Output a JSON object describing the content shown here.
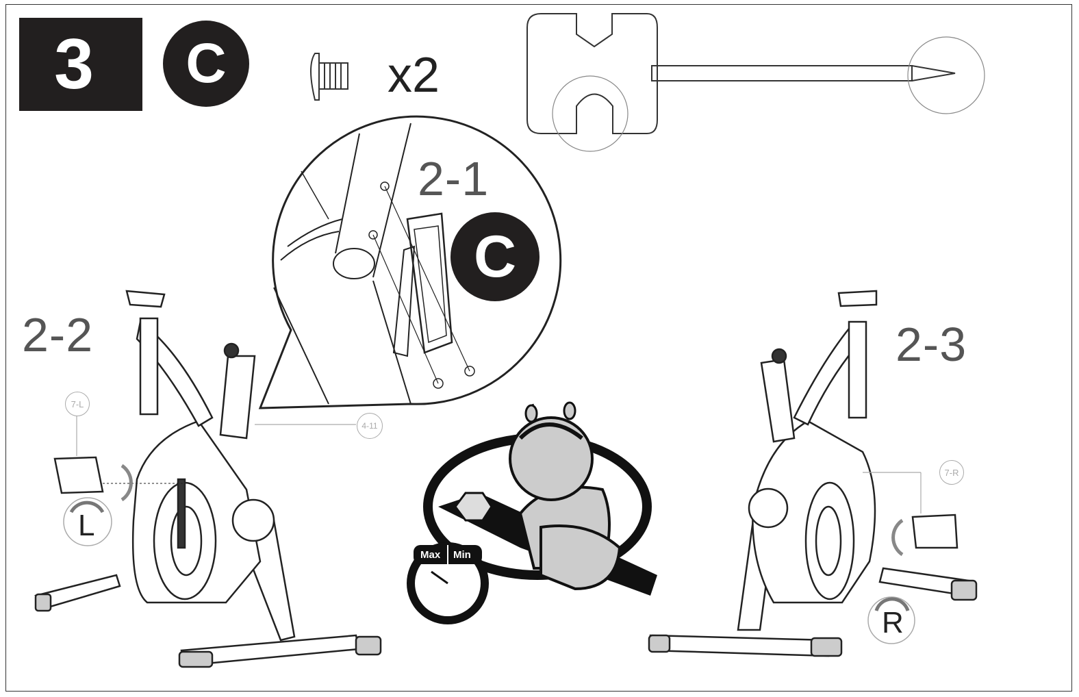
{
  "step": {
    "number": "3",
    "part_letter": "C"
  },
  "hardware": {
    "icon": "screw-icon",
    "quantity": "x2"
  },
  "tool": {
    "icon": "screwdriver-wrench-tool-icon"
  },
  "detail": {
    "label": "2-1",
    "part_letter": "C"
  },
  "left_view": {
    "label": "2-2",
    "pedal_tag": "7-L",
    "rotation_letter": "L"
  },
  "right_view": {
    "label": "2-3",
    "pedal_tag": "7-R",
    "rotation_letter": "R"
  },
  "callout": {
    "tag": "4-11"
  },
  "torque_gauge": {
    "max_label": "Max",
    "min_label": "Min",
    "icon": "torque-gauge-icon"
  },
  "mascot": {
    "icon": "worried-worker-wrench-icon"
  },
  "colors": {
    "dark": "#221f1f",
    "gray_text": "#555555",
    "light_gray": "#aaaaaa",
    "fill_gray": "#cccccc"
  }
}
